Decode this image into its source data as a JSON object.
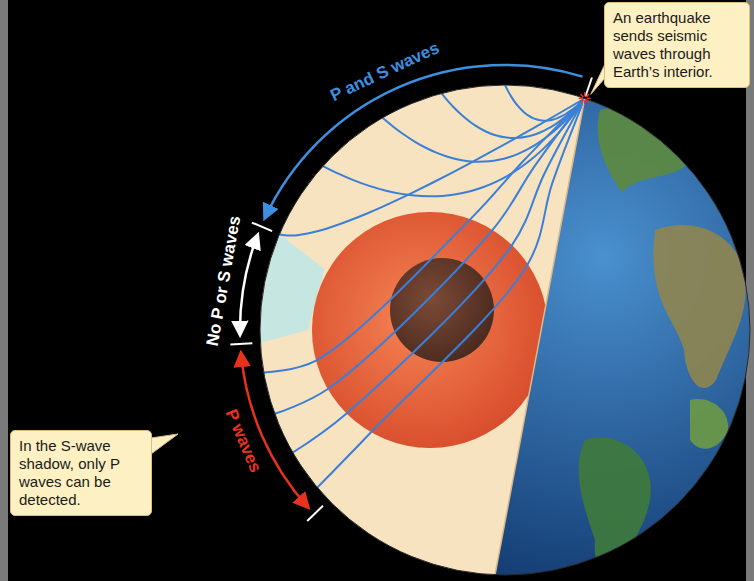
{
  "diagram": {
    "nodes": [
      {
        "text": [
          "An earthquake sends seismic waves through Earth’s interior."
        ]
      },
      {
        "text": [
          "In the S-wave shadow, only P waves can be detected."
        ]
      }
    ],
    "labels": [
      "P and S waves",
      "No P or S waves",
      "P waves"
    ]
  }
}
